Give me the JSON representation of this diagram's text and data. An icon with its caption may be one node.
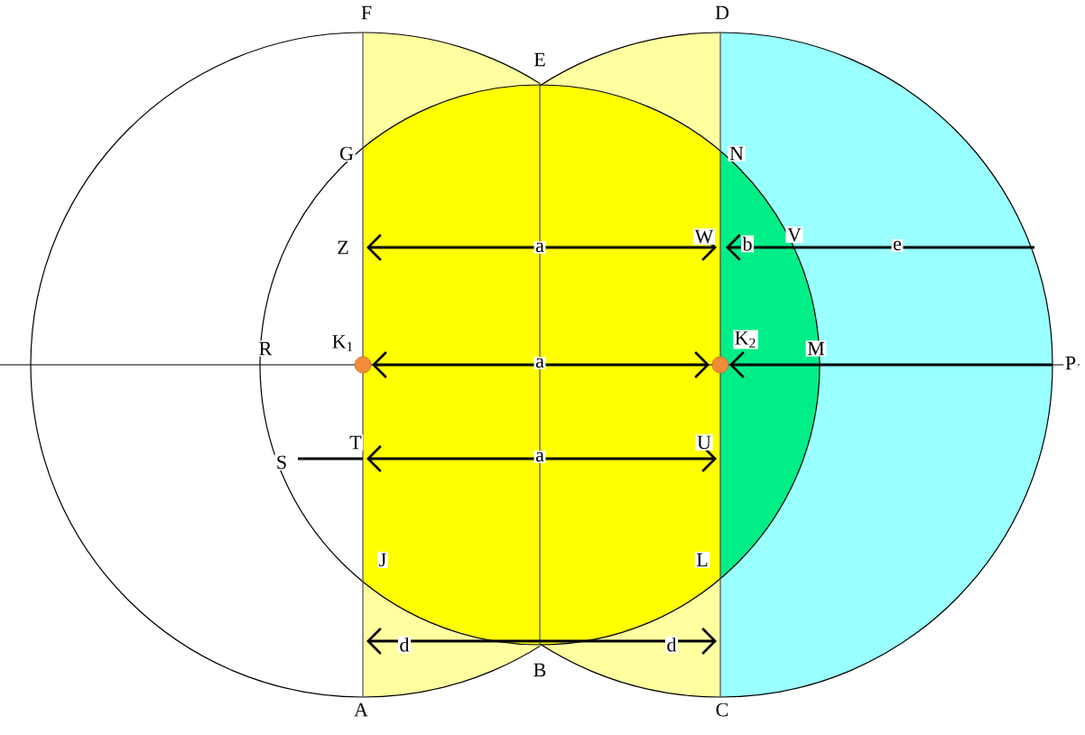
{
  "diagram": {
    "labels": [
      "F",
      "D",
      "E",
      "G",
      "N",
      "Z",
      "a",
      "W",
      "b",
      "V",
      "e",
      "R",
      "K$_{1}$",
      "a",
      "K$_{2}$",
      "M",
      "P",
      "S",
      "T",
      "a",
      "U",
      "J",
      "L",
      "d",
      "d",
      "B",
      "A",
      "C"
    ]
  }
}
